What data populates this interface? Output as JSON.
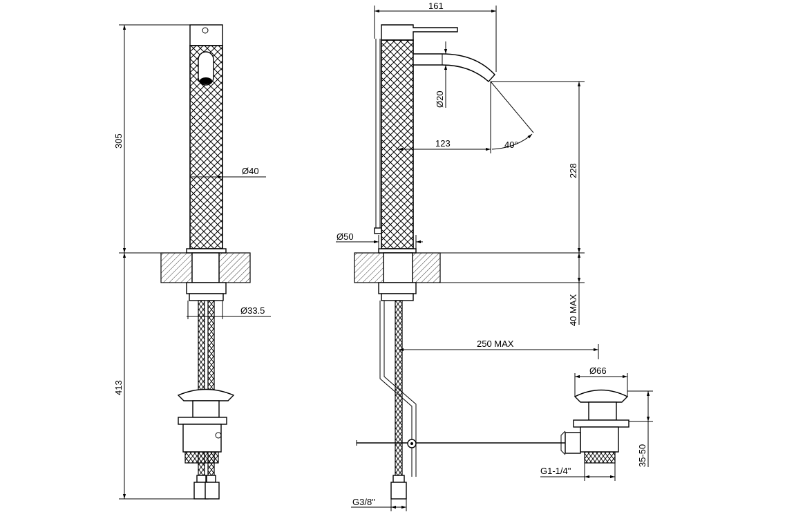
{
  "dimensions": {
    "height_total": "305",
    "diameter_body": "Ø40",
    "diameter_shank": "Ø33.5",
    "lower_height": "413",
    "width_top": "161",
    "spout_diameter": "Ø20",
    "spout_reach": "123",
    "spout_angle": "40°",
    "spout_height": "228",
    "base_diameter": "Ø50",
    "deck_thickness": "40 MAX",
    "rod_length": "250 MAX",
    "waste_diameter": "Ø66",
    "waste_height": "35-50",
    "waste_thread": "G1-1/4\"",
    "hose_thread": "G3/8\""
  }
}
